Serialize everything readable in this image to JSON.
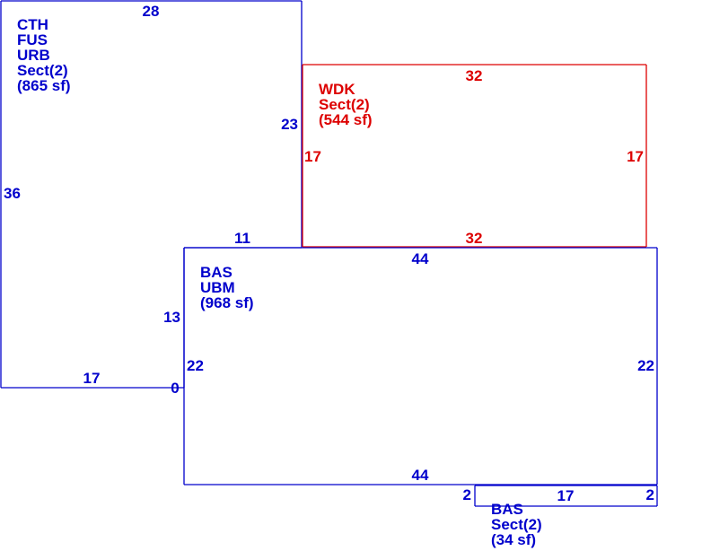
{
  "colors": {
    "living": "#0000cc",
    "deck": "#dd0000",
    "background": "#ffffff"
  },
  "areas": [
    {
      "id": "cth",
      "color_key": "living",
      "label_lines": [
        "CTH",
        "FUS",
        "URB",
        "Sect(2)",
        "(865 sf)"
      ],
      "dimensions": [
        "28",
        "23",
        "11",
        "13",
        "0",
        "17",
        "36"
      ]
    },
    {
      "id": "wdk",
      "color_key": "deck",
      "label_lines": [
        "WDK",
        "Sect(2)",
        "(544 sf)"
      ],
      "dimensions": [
        "32",
        "17",
        "32",
        "17"
      ]
    },
    {
      "id": "bas-main",
      "color_key": "living",
      "label_lines": [
        "BAS",
        "UBM",
        "(968 sf)"
      ],
      "dimensions": [
        "44",
        "22",
        "44",
        "22"
      ]
    },
    {
      "id": "bas-small",
      "color_key": "living",
      "label_lines": [
        "BAS",
        "Sect(2)",
        "(34 sf)"
      ],
      "dimensions": [
        "2",
        "17",
        "2"
      ]
    }
  ]
}
